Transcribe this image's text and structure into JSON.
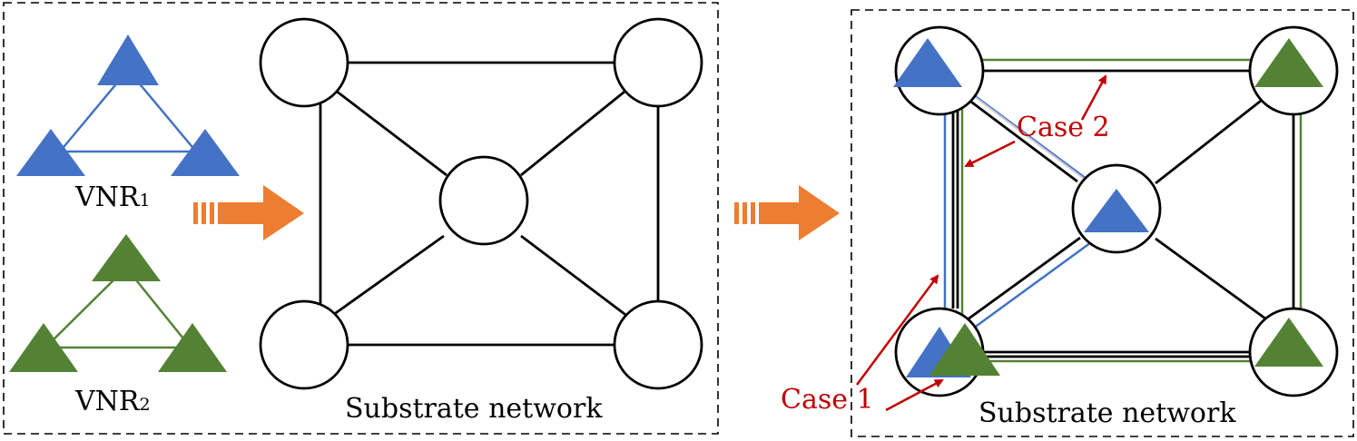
{
  "colors": {
    "vnr1": "#4472C4",
    "vnr2": "#548235",
    "arrow": "#ED7D31",
    "annotation": "#C00000",
    "node_stroke": "#000000"
  },
  "left": {
    "vnr1": {
      "base": "VNR",
      "sub": "1"
    },
    "vnr2": {
      "base": "VNR",
      "sub": "2"
    },
    "substrate_label": "Substrate network"
  },
  "right": {
    "substrate_label": "Substrate network",
    "case1": "Case 1",
    "case2": "Case 2"
  }
}
